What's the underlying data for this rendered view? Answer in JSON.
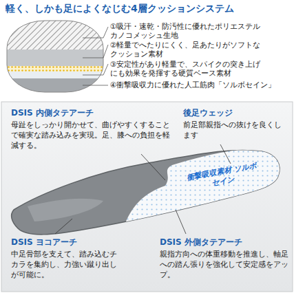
{
  "diagram": {
    "title": "軽く、しかも足によくなじむ4層クッションシステム",
    "labels": [
      "①吸汗・速乾・防汚性に優れたポリエステル カノコメッシュ生地",
      "②軽量でへたりにくく、足あたりがソフトな クッション素材",
      "③安定性があり軽量で、スパイクの突き上げ にも効果を発揮する硬質ベース素材",
      "④衝撃吸収力に優れた人工筋肉「ソルボセイン」",
      "DSIS 内側タテアーチ",
      "母趾をしっかり開かせて、曲げやすくすることで確実な踏み込みを実現。足、膝への負担を軽減する。",
      "後足ウェッジ",
      "前足部親指への抜けを良くします",
      "衝撃吸収素材 ソルボセイン",
      "DSIS ヨコアーチ",
      "中足骨部を支えて、踏み込むチカラを集約し、力強い蹴り出しが可能に。",
      "DSIS 外側タテアーチ",
      "親指方向への体重移動を推進し、軸足への踏ん張りを強化して安定感をアップ。"
    ]
  }
}
